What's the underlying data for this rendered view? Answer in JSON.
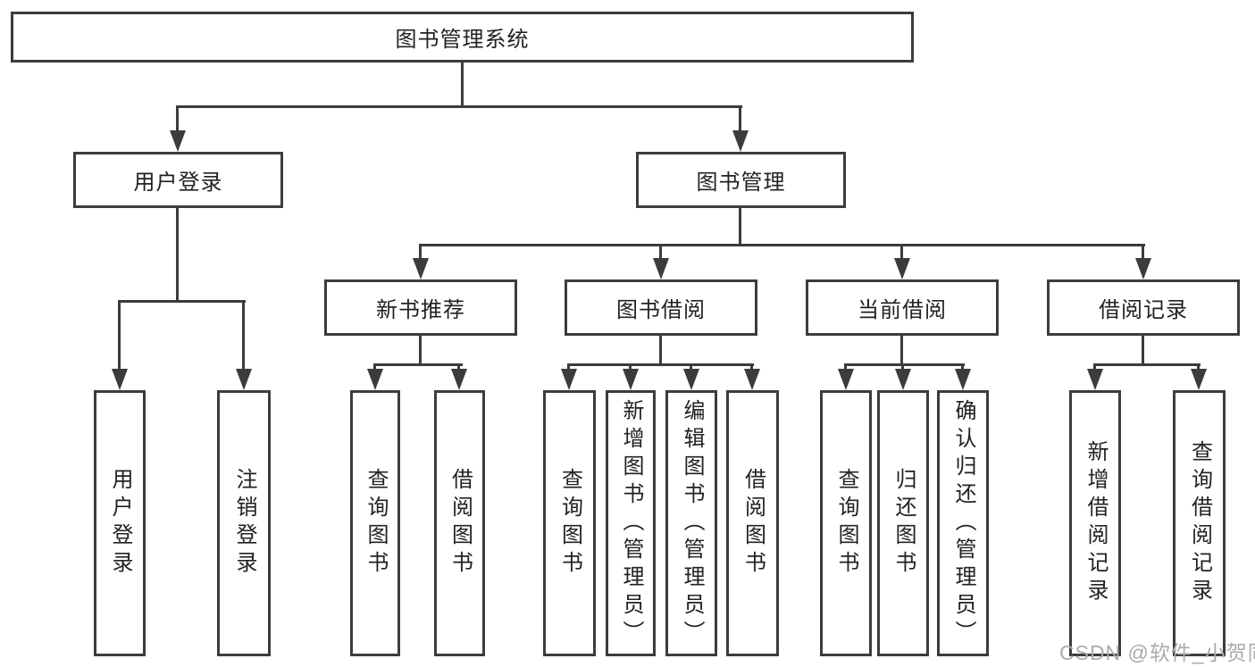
{
  "tree": {
    "label": "图书管理系统",
    "children": [
      {
        "label": "用户登录",
        "children": [
          {
            "label": "用户登录"
          },
          {
            "label": "注销登录"
          }
        ]
      },
      {
        "label": "图书管理",
        "children": [
          {
            "label": "新书推荐",
            "children": [
              {
                "label": "查询图书"
              },
              {
                "label": "借阅图书"
              }
            ]
          },
          {
            "label": "图书借阅",
            "children": [
              {
                "label": "查询图书"
              },
              {
                "label": "新增图书（管理员）"
              },
              {
                "label": "编辑图书（管理员）"
              },
              {
                "label": "借阅图书"
              }
            ]
          },
          {
            "label": "当前借阅",
            "children": [
              {
                "label": "查询图书"
              },
              {
                "label": "归还图书"
              },
              {
                "label": "确认归还（管理员）"
              }
            ]
          },
          {
            "label": "借阅记录",
            "children": [
              {
                "label": "新增借阅记录"
              },
              {
                "label": "查询借阅记录"
              }
            ]
          }
        ]
      }
    ]
  },
  "watermark": {
    "text": "CSDN @软件_小贺同学",
    "color": "#ababab"
  },
  "colors": {
    "line": "#3c3c3c",
    "text": "#222222",
    "node_background": "#ffffff"
  }
}
